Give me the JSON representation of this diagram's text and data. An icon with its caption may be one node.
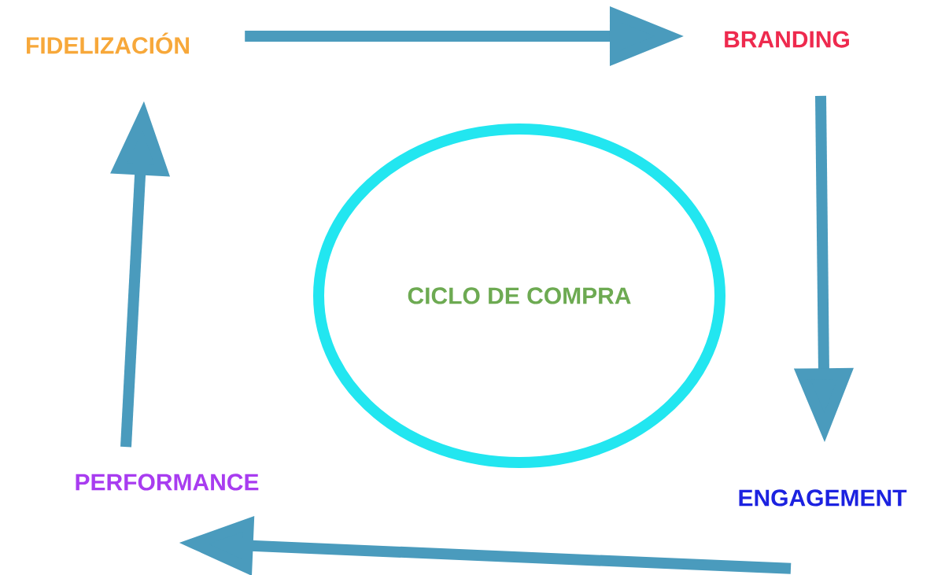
{
  "diagram": {
    "nodes": [
      {
        "text": [
          "FIDELIZACIÓN"
        ]
      },
      {
        "text": [
          "BRANDING"
        ]
      },
      {
        "text": [
          "ENGAGEMENT"
        ]
      },
      {
        "text": [
          "PERFORMANCE"
        ]
      },
      {
        "text": [
          "CICLO DE COMPRA"
        ]
      }
    ],
    "edges": [
      {
        "from": 0,
        "to": 1,
        "arrow": "to"
      },
      {
        "from": 1,
        "to": 2,
        "arrow": "to"
      },
      {
        "from": 2,
        "to": 3,
        "arrow": "to"
      },
      {
        "from": 3,
        "to": 0,
        "arrow": "to"
      }
    ]
  }
}
